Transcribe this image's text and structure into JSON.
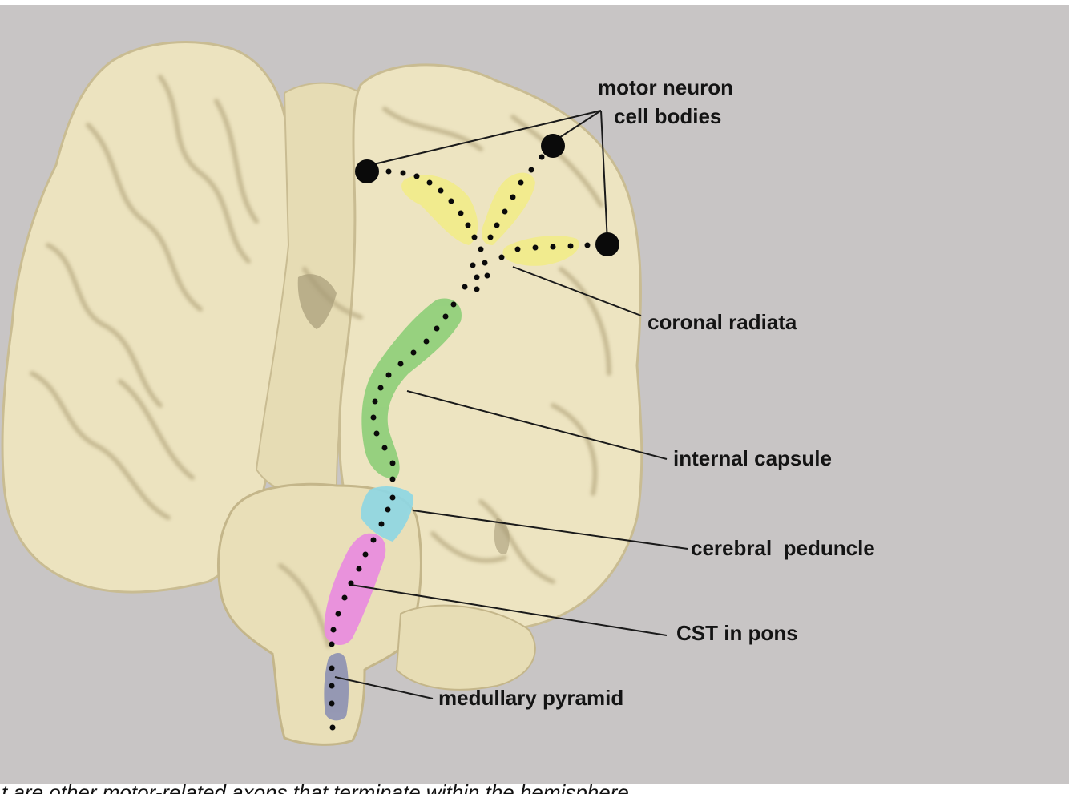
{
  "labels": {
    "motor_neuron_line1": "motor neuron",
    "motor_neuron_line2": "cell bodies",
    "coronal_radiata": "coronal radiata",
    "internal_capsule": "internal capsule",
    "cerebral_peduncle": "cerebral  peduncle",
    "cst_in_pons": "CST in pons",
    "medullary_pyramid": "medullary pyramid"
  },
  "caption": "t are other motor-related axons that terminate within the hemisphere",
  "colors": {
    "background": "#c8c5c5",
    "brain_tissue": "#ece3bf",
    "brain_shadow": "#bfb28a",
    "coronal_radiata": "#f2ec8a",
    "internal_capsule": "#8fcf7a",
    "cerebral_peduncle": "#8fd7e3",
    "cst_in_pons": "#ea8ce0",
    "medullary_pyramid": "#8e93b3",
    "dots": "#0a0a0a"
  }
}
